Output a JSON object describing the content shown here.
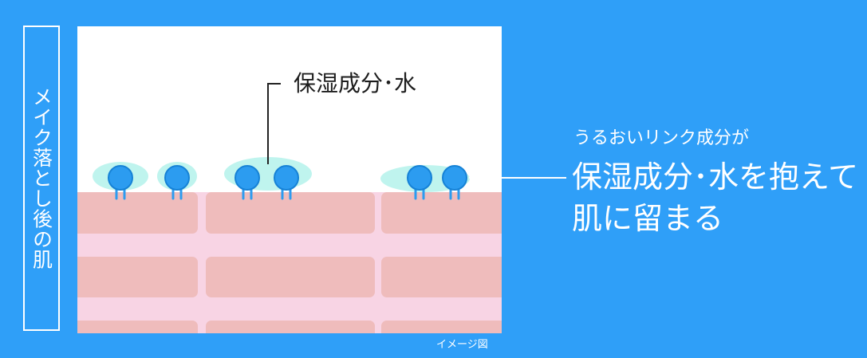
{
  "title": {
    "vertical": "メイク落とし後の肌"
  },
  "diagram": {
    "label": "保湿成分･水",
    "caption": "イメージ図"
  },
  "description": {
    "line1": "うるおいリンク成分が",
    "line2": "保湿成分･水を抱えて",
    "line3": "肌に留まる"
  },
  "colors": {
    "background": "#2f9ff8",
    "panel": "#ffffff",
    "skin_block": "#efbcbc",
    "skin_band": "#f8d4e4",
    "moisture_glow": "#bff4ee",
    "ingredient_dot": "#2c9cf0",
    "ingredient_outline": "#1682d6",
    "text_dark": "#1d1d1d",
    "text_light": "#ffffff"
  },
  "icons": {
    "ingredient": "molecule-icon"
  }
}
